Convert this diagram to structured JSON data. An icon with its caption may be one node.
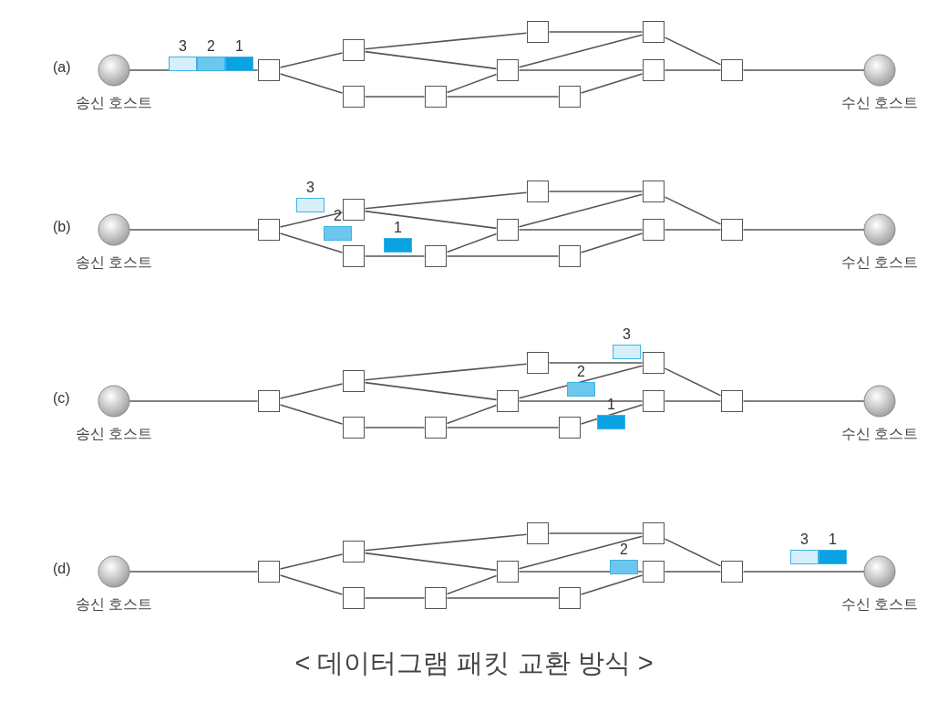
{
  "diagram": {
    "caption": "< 데이터그램 패킷 교환 방식 >",
    "nodes": [
      {
        "text": [
          "송신 호스트"
        ]
      },
      {
        "text": [],
        "shape": "box"
      },
      {
        "text": [],
        "shape": "box"
      },
      {
        "text": [],
        "shape": "box"
      },
      {
        "text": [],
        "shape": "box"
      },
      {
        "text": [],
        "shape": "box"
      },
      {
        "text": [],
        "shape": "box"
      },
      {
        "text": [],
        "shape": "box"
      },
      {
        "text": [],
        "shape": "box"
      },
      {
        "text": [],
        "shape": "box"
      },
      {
        "text": [],
        "shape": "box"
      },
      {
        "text": [
          "수신 호스트"
        ]
      },
      {
        "text": [
          "3"
        ]
      },
      {
        "text": [
          "2"
        ]
      },
      {
        "text": [
          "1"
        ]
      },
      {
        "text": [
          "송신 호스트"
        ]
      },
      {
        "text": [],
        "shape": "box"
      },
      {
        "text": [],
        "shape": "box"
      },
      {
        "text": [],
        "shape": "box"
      },
      {
        "text": [],
        "shape": "box"
      },
      {
        "text": [],
        "shape": "box"
      },
      {
        "text": [],
        "shape": "box"
      },
      {
        "text": [],
        "shape": "box"
      },
      {
        "text": [],
        "shape": "box"
      },
      {
        "text": [],
        "shape": "box"
      },
      {
        "text": [],
        "shape": "box"
      },
      {
        "text": [
          "수신 호스트"
        ]
      },
      {
        "text": [
          "3"
        ]
      },
      {
        "text": [
          "2"
        ]
      },
      {
        "text": [
          "1"
        ]
      },
      {
        "text": [
          "송신 호스트"
        ]
      },
      {
        "text": [],
        "shape": "box"
      },
      {
        "text": [],
        "shape": "box"
      },
      {
        "text": [],
        "shape": "box"
      },
      {
        "text": [],
        "shape": "box"
      },
      {
        "text": [],
        "shape": "box"
      },
      {
        "text": [],
        "shape": "box"
      },
      {
        "text": [],
        "shape": "box"
      },
      {
        "text": [],
        "shape": "box"
      },
      {
        "text": [],
        "shape": "box"
      },
      {
        "text": [],
        "shape": "box"
      },
      {
        "text": [
          "수신 호스트"
        ]
      },
      {
        "text": [
          "3"
        ]
      },
      {
        "text": [
          "2"
        ]
      },
      {
        "text": [
          "1"
        ]
      },
      {
        "text": [
          "송신 호스트"
        ]
      },
      {
        "text": [],
        "shape": "box"
      },
      {
        "text": [],
        "shape": "box"
      },
      {
        "text": [],
        "shape": "box"
      },
      {
        "text": [],
        "shape": "box"
      },
      {
        "text": [],
        "shape": "box"
      },
      {
        "text": [],
        "shape": "box"
      },
      {
        "text": [],
        "shape": "box"
      },
      {
        "text": [],
        "shape": "box"
      },
      {
        "text": [],
        "shape": "box"
      },
      {
        "text": [],
        "shape": "box"
      },
      {
        "text": [
          "수신 호스트"
        ]
      },
      {
        "text": [
          "2"
        ]
      },
      {
        "text": [
          "3"
        ]
      },
      {
        "text": [
          "1"
        ]
      }
    ],
    "edges": [
      {
        "from": 0,
        "to": 1,
        "arrow": "none"
      },
      {
        "from": 1,
        "to": 2,
        "arrow": "none"
      },
      {
        "from": 1,
        "to": 3,
        "arrow": "none"
      },
      {
        "from": 2,
        "to": 6,
        "arrow": "none"
      },
      {
        "from": 2,
        "to": 5,
        "arrow": "none"
      },
      {
        "from": 3,
        "to": 4,
        "arrow": "none"
      },
      {
        "from": 4,
        "to": 5,
        "arrow": "none"
      },
      {
        "from": 4,
        "to": 7,
        "arrow": "none"
      },
      {
        "from": 5,
        "to": 8,
        "arrow": "none"
      },
      {
        "from": 5,
        "to": 9,
        "arrow": "none"
      },
      {
        "from": 6,
        "to": 8,
        "arrow": "none"
      },
      {
        "from": 7,
        "to": 9,
        "arrow": "none"
      },
      {
        "from": 8,
        "to": 10,
        "arrow": "none"
      },
      {
        "from": 9,
        "to": 10,
        "arrow": "none"
      },
      {
        "from": 10,
        "to": 11,
        "arrow": "none"
      },
      {
        "from": 15,
        "to": 16,
        "arrow": "none"
      },
      {
        "from": 16,
        "to": 17,
        "arrow": "none"
      },
      {
        "from": 16,
        "to": 18,
        "arrow": "none"
      },
      {
        "from": 17,
        "to": 21,
        "arrow": "none"
      },
      {
        "from": 17,
        "to": 20,
        "arrow": "none"
      },
      {
        "from": 18,
        "to": 19,
        "arrow": "none"
      },
      {
        "from": 19,
        "to": 20,
        "arrow": "none"
      },
      {
        "from": 19,
        "to": 22,
        "arrow": "none"
      },
      {
        "from": 20,
        "to": 23,
        "arrow": "none"
      },
      {
        "from": 20,
        "to": 24,
        "arrow": "none"
      },
      {
        "from": 21,
        "to": 23,
        "arrow": "none"
      },
      {
        "from": 22,
        "to": 24,
        "arrow": "none"
      },
      {
        "from": 23,
        "to": 25,
        "arrow": "none"
      },
      {
        "from": 24,
        "to": 25,
        "arrow": "none"
      },
      {
        "from": 25,
        "to": 26,
        "arrow": "none"
      },
      {
        "from": 30,
        "to": 31,
        "arrow": "none"
      },
      {
        "from": 31,
        "to": 32,
        "arrow": "none"
      },
      {
        "from": 31,
        "to": 33,
        "arrow": "none"
      },
      {
        "from": 32,
        "to": 36,
        "arrow": "none"
      },
      {
        "from": 32,
        "to": 35,
        "arrow": "none"
      },
      {
        "from": 33,
        "to": 34,
        "arrow": "none"
      },
      {
        "from": 34,
        "to": 35,
        "arrow": "none"
      },
      {
        "from": 34,
        "to": 37,
        "arrow": "none"
      },
      {
        "from": 35,
        "to": 38,
        "arrow": "none"
      },
      {
        "from": 35,
        "to": 39,
        "arrow": "none"
      },
      {
        "from": 36,
        "to": 38,
        "arrow": "none"
      },
      {
        "from": 37,
        "to": 39,
        "arrow": "none"
      },
      {
        "from": 38,
        "to": 40,
        "arrow": "none"
      },
      {
        "from": 39,
        "to": 40,
        "arrow": "none"
      },
      {
        "from": 40,
        "to": 41,
        "arrow": "none"
      },
      {
        "from": 45,
        "to": 46,
        "arrow": "none"
      },
      {
        "from": 46,
        "to": 47,
        "arrow": "none"
      },
      {
        "from": 46,
        "to": 48,
        "arrow": "none"
      },
      {
        "from": 47,
        "to": 51,
        "arrow": "none"
      },
      {
        "from": 47,
        "to": 50,
        "arrow": "none"
      },
      {
        "from": 48,
        "to": 49,
        "arrow": "none"
      },
      {
        "from": 49,
        "to": 50,
        "arrow": "none"
      },
      {
        "from": 49,
        "to": 52,
        "arrow": "none"
      },
      {
        "from": 50,
        "to": 53,
        "arrow": "none"
      },
      {
        "from": 50,
        "to": 54,
        "arrow": "none"
      },
      {
        "from": 51,
        "to": 53,
        "arrow": "none"
      },
      {
        "from": 52,
        "to": 54,
        "arrow": "none"
      },
      {
        "from": 53,
        "to": 55,
        "arrow": "none"
      },
      {
        "from": 54,
        "to": 55,
        "arrow": "none"
      },
      {
        "from": 55,
        "to": 56,
        "arrow": "none"
      }
    ],
    "labels": [
      "(a)",
      "(b)",
      "(c)",
      "(d)"
    ]
  }
}
